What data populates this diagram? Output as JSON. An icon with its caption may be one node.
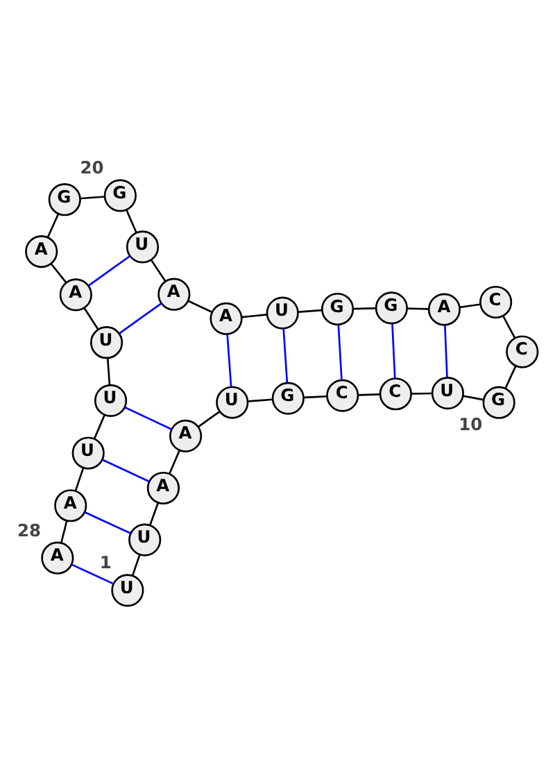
{
  "diagram": {
    "nodes": [
      {
        "text": [
          "U"
        ],
        "beside": [
          "1"
        ]
      },
      {
        "text": [
          "U"
        ]
      },
      {
        "text": [
          "A"
        ]
      },
      {
        "text": [
          "A"
        ]
      },
      {
        "text": [
          "U"
        ]
      },
      {
        "text": [
          "G"
        ]
      },
      {
        "text": [
          "C"
        ]
      },
      {
        "text": [
          "C"
        ]
      },
      {
        "text": [
          "U"
        ]
      },
      {
        "text": [
          "G"
        ],
        "beside": [
          "10"
        ]
      },
      {
        "text": [
          "C"
        ]
      },
      {
        "text": [
          "C"
        ]
      },
      {
        "text": [
          "A"
        ]
      },
      {
        "text": [
          "G"
        ]
      },
      {
        "text": [
          "G"
        ]
      },
      {
        "text": [
          "U"
        ]
      },
      {
        "text": [
          "A"
        ]
      },
      {
        "text": [
          "A"
        ]
      },
      {
        "text": [
          "U"
        ]
      },
      {
        "text": [
          "G"
        ],
        "beside": [
          "20"
        ]
      },
      {
        "text": [
          "G"
        ]
      },
      {
        "text": [
          "A"
        ]
      },
      {
        "text": [
          "A"
        ]
      },
      {
        "text": [
          "U"
        ]
      },
      {
        "text": [
          "U"
        ]
      },
      {
        "text": [
          "U"
        ]
      },
      {
        "text": [
          "A"
        ]
      },
      {
        "text": [
          "A"
        ],
        "beside": [
          "28"
        ]
      }
    ],
    "edges": [
      {
        "from": 0,
        "to": 1,
        "arrow": "none"
      },
      {
        "from": 1,
        "to": 2,
        "arrow": "none"
      },
      {
        "from": 2,
        "to": 3,
        "arrow": "none"
      },
      {
        "from": 3,
        "to": 4,
        "arrow": "none"
      },
      {
        "from": 4,
        "to": 5,
        "arrow": "none"
      },
      {
        "from": 5,
        "to": 6,
        "arrow": "none"
      },
      {
        "from": 6,
        "to": 7,
        "arrow": "none"
      },
      {
        "from": 7,
        "to": 8,
        "arrow": "none"
      },
      {
        "from": 8,
        "to": 9,
        "arrow": "none"
      },
      {
        "from": 9,
        "to": 10,
        "arrow": "none"
      },
      {
        "from": 10,
        "to": 11,
        "arrow": "none"
      },
      {
        "from": 11,
        "to": 12,
        "arrow": "none"
      },
      {
        "from": 12,
        "to": 13,
        "arrow": "none"
      },
      {
        "from": 13,
        "to": 14,
        "arrow": "none"
      },
      {
        "from": 14,
        "to": 15,
        "arrow": "none"
      },
      {
        "from": 15,
        "to": 16,
        "arrow": "none"
      },
      {
        "from": 16,
        "to": 17,
        "arrow": "none"
      },
      {
        "from": 17,
        "to": 18,
        "arrow": "none"
      },
      {
        "from": 18,
        "to": 19,
        "arrow": "none"
      },
      {
        "from": 19,
        "to": 20,
        "arrow": "none"
      },
      {
        "from": 20,
        "to": 21,
        "arrow": "none"
      },
      {
        "from": 21,
        "to": 22,
        "arrow": "none"
      },
      {
        "from": 22,
        "to": 23,
        "arrow": "none"
      },
      {
        "from": 23,
        "to": 24,
        "arrow": "none"
      },
      {
        "from": 24,
        "to": 25,
        "arrow": "none"
      },
      {
        "from": 25,
        "to": 26,
        "arrow": "none"
      },
      {
        "from": 26,
        "to": 27,
        "arrow": "none"
      },
      {
        "from": 0,
        "to": 27,
        "arrow": "none",
        "color": "#0000ff"
      },
      {
        "from": 1,
        "to": 26,
        "arrow": "none",
        "color": "#0000ff"
      },
      {
        "from": 2,
        "to": 25,
        "arrow": "none",
        "color": "#0000ff"
      },
      {
        "from": 3,
        "to": 24,
        "arrow": "none",
        "color": "#0000ff"
      },
      {
        "from": 4,
        "to": 16,
        "arrow": "none",
        "color": "#0000ff"
      },
      {
        "from": 5,
        "to": 15,
        "arrow": "none",
        "color": "#0000ff"
      },
      {
        "from": 6,
        "to": 14,
        "arrow": "none",
        "color": "#0000ff"
      },
      {
        "from": 7,
        "to": 13,
        "arrow": "none",
        "color": "#0000ff"
      },
      {
        "from": 8,
        "to": 12,
        "arrow": "none",
        "color": "#0000ff"
      },
      {
        "from": 17,
        "to": 23,
        "arrow": "none",
        "color": "#0000ff"
      },
      {
        "from": 18,
        "to": 22,
        "arrow": "none",
        "color": "#0000ff"
      }
    ]
  }
}
